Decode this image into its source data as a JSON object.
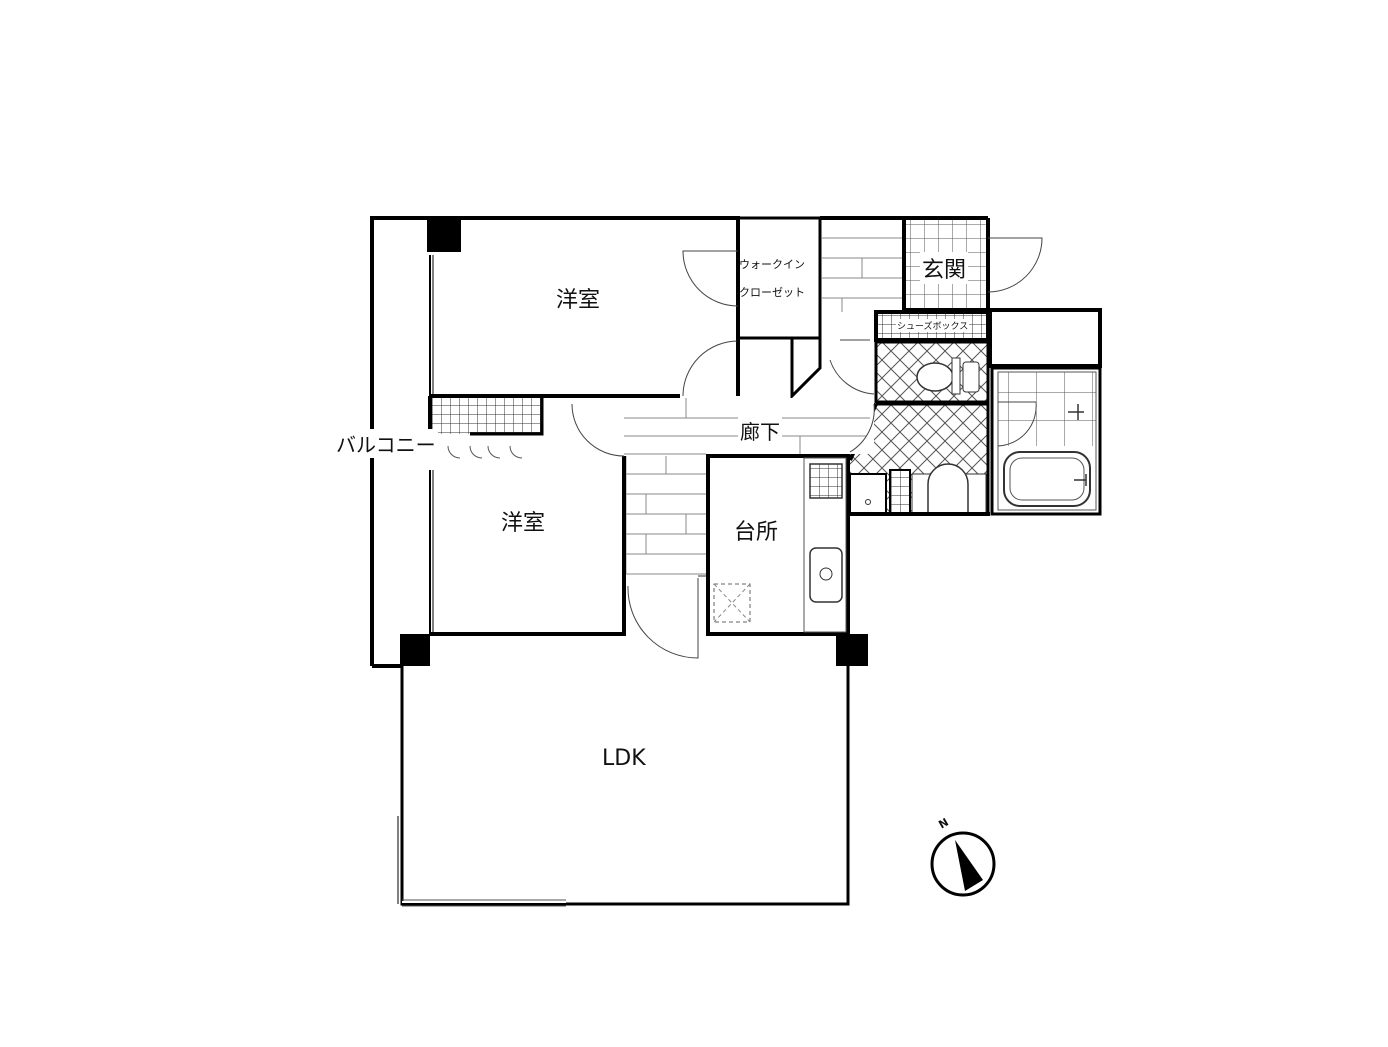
{
  "plan": {
    "rooms": [
      {
        "id": "western_room_1",
        "label": "洋室"
      },
      {
        "id": "western_room_2",
        "label": "洋室"
      },
      {
        "id": "walk_in_closet",
        "label_line1": "ウォークイン",
        "label_line2": "クローゼット"
      },
      {
        "id": "entrance",
        "label": "玄関"
      },
      {
        "id": "shoe_box",
        "label": "シューズボックス"
      },
      {
        "id": "hallway",
        "label": "廊下"
      },
      {
        "id": "kitchen",
        "label": "台所"
      },
      {
        "id": "ldk",
        "label": "LDK"
      },
      {
        "id": "balcony",
        "label": "バルコニー"
      }
    ],
    "compass": {
      "label": "N",
      "icon": "north-arrow-icon"
    },
    "colors": {
      "wall": "#000000",
      "line": "#333333",
      "background": "#ffffff"
    }
  }
}
